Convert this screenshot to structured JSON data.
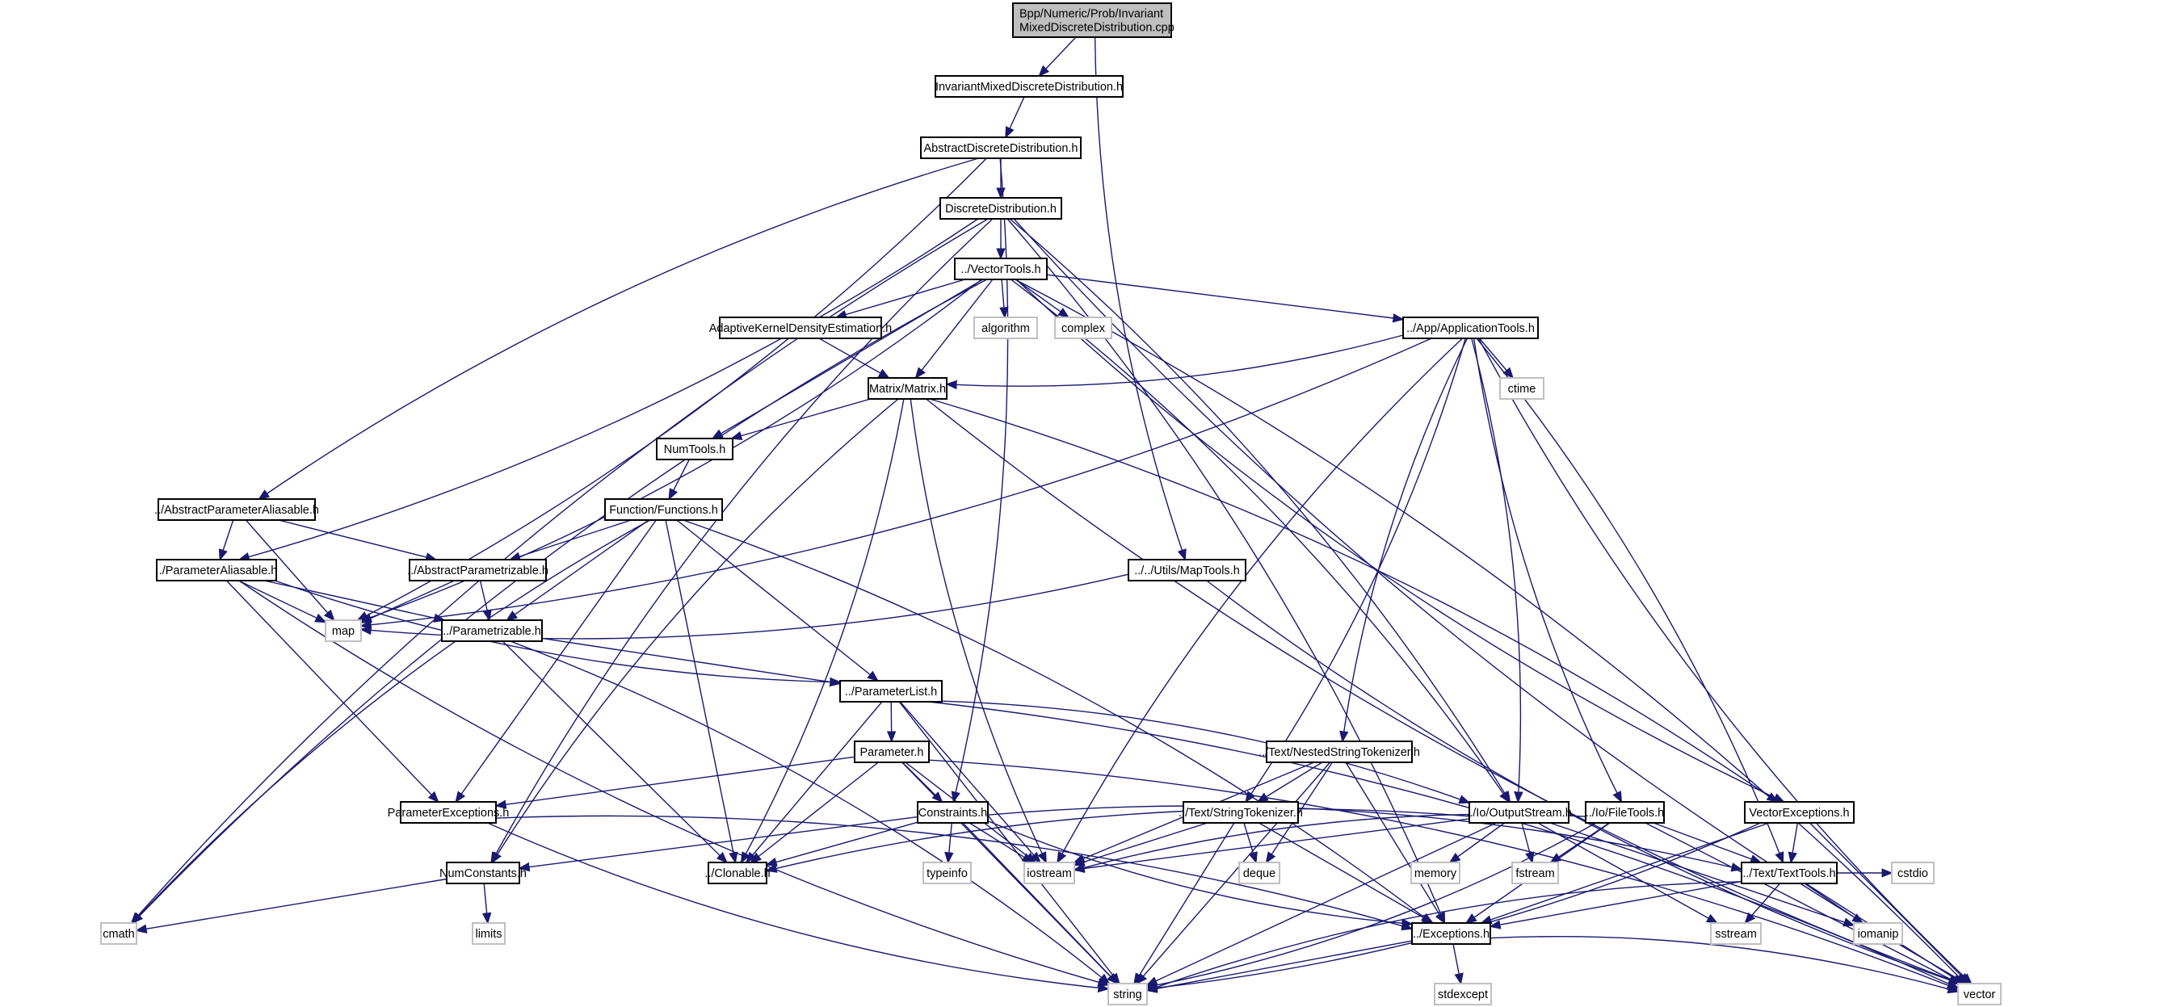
{
  "title": "Bpp/Numeric/Prob/InvariantMixedDiscreteDistribution.cpp include dependency graph",
  "colors": {
    "edge": "#191970",
    "root_fill": "#bfbfbf",
    "local_border": "#000000",
    "system_border": "#bfbfbf",
    "background": "#ffffff"
  },
  "nodes": [
    {
      "id": "root",
      "kind": "root",
      "lines": [
        "Bpp/Numeric/Prob/Invariant",
        "MixedDiscreteDistribution.cpp"
      ]
    },
    {
      "id": "imdd",
      "kind": "local",
      "lines": [
        "InvariantMixedDiscreteDistribution.h"
      ]
    },
    {
      "id": "add",
      "kind": "local",
      "lines": [
        "AbstractDiscreteDistribution.h"
      ]
    },
    {
      "id": "dd",
      "kind": "local",
      "lines": [
        "DiscreteDistribution.h"
      ]
    },
    {
      "id": "vt",
      "kind": "local",
      "lines": [
        "../VectorTools.h"
      ]
    },
    {
      "id": "akde",
      "kind": "local",
      "lines": [
        "AdaptiveKernelDensityEstimation.h"
      ]
    },
    {
      "id": "algorithm",
      "kind": "system",
      "lines": [
        "algorithm"
      ]
    },
    {
      "id": "complex",
      "kind": "system",
      "lines": [
        "complex"
      ]
    },
    {
      "id": "apptools",
      "kind": "local",
      "lines": [
        "../App/ApplicationTools.h"
      ]
    },
    {
      "id": "ctime",
      "kind": "system",
      "lines": [
        "ctime"
      ]
    },
    {
      "id": "matrix",
      "kind": "local",
      "lines": [
        "Matrix/Matrix.h"
      ]
    },
    {
      "id": "numtools",
      "kind": "local",
      "lines": [
        "NumTools.h"
      ]
    },
    {
      "id": "functions",
      "kind": "local",
      "lines": [
        "Function/Functions.h"
      ]
    },
    {
      "id": "apa",
      "kind": "local",
      "lines": [
        "../AbstractParameterAliasable.h"
      ]
    },
    {
      "id": "pa",
      "kind": "local",
      "lines": [
        "../ParameterAliasable.h"
      ]
    },
    {
      "id": "ap",
      "kind": "local",
      "lines": [
        "../AbstractParametrizable.h"
      ]
    },
    {
      "id": "maptools",
      "kind": "local",
      "lines": [
        "../../Utils/MapTools.h"
      ]
    },
    {
      "id": "map",
      "kind": "system",
      "lines": [
        "map"
      ]
    },
    {
      "id": "param",
      "kind": "local",
      "lines": [
        "../Parametrizable.h"
      ]
    },
    {
      "id": "plist",
      "kind": "local",
      "lines": [
        "../ParameterList.h"
      ]
    },
    {
      "id": "parameter",
      "kind": "local",
      "lines": [
        "Parameter.h"
      ]
    },
    {
      "id": "nst",
      "kind": "local",
      "lines": [
        "../Text/NestedStringTokenizer.h"
      ]
    },
    {
      "id": "pexc",
      "kind": "local",
      "lines": [
        "ParameterExceptions.h"
      ]
    },
    {
      "id": "constraints",
      "kind": "local",
      "lines": [
        "Constraints.h"
      ]
    },
    {
      "id": "st",
      "kind": "local",
      "lines": [
        "../Text/StringTokenizer.h"
      ]
    },
    {
      "id": "os",
      "kind": "local",
      "lines": [
        "../Io/OutputStream.h"
      ]
    },
    {
      "id": "filetools",
      "kind": "local",
      "lines": [
        "../Io/FileTools.h"
      ]
    },
    {
      "id": "vexc",
      "kind": "local",
      "lines": [
        "VectorExceptions.h"
      ]
    },
    {
      "id": "numconst",
      "kind": "local",
      "lines": [
        "NumConstants.h"
      ]
    },
    {
      "id": "clonable",
      "kind": "local",
      "lines": [
        "../Clonable.h"
      ]
    },
    {
      "id": "typeinfo",
      "kind": "system",
      "lines": [
        "typeinfo"
      ]
    },
    {
      "id": "iostream",
      "kind": "system",
      "lines": [
        "iostream"
      ]
    },
    {
      "id": "deque",
      "kind": "system",
      "lines": [
        "deque"
      ]
    },
    {
      "id": "memory",
      "kind": "system",
      "lines": [
        "memory"
      ]
    },
    {
      "id": "fstream",
      "kind": "system",
      "lines": [
        "fstream"
      ]
    },
    {
      "id": "texttools",
      "kind": "local",
      "lines": [
        "../Text/TextTools.h"
      ]
    },
    {
      "id": "cstdio",
      "kind": "system",
      "lines": [
        "cstdio"
      ]
    },
    {
      "id": "cmath",
      "kind": "system",
      "lines": [
        "cmath"
      ]
    },
    {
      "id": "limits",
      "kind": "system",
      "lines": [
        "limits"
      ]
    },
    {
      "id": "exceptions",
      "kind": "local",
      "lines": [
        "../Exceptions.h"
      ]
    },
    {
      "id": "sstream",
      "kind": "system",
      "lines": [
        "sstream"
      ]
    },
    {
      "id": "iomanip",
      "kind": "system",
      "lines": [
        "iomanip"
      ]
    },
    {
      "id": "string",
      "kind": "system",
      "lines": [
        "string"
      ]
    },
    {
      "id": "stdexcept",
      "kind": "system",
      "lines": [
        "stdexcept"
      ]
    },
    {
      "id": "vector",
      "kind": "system",
      "lines": [
        "vector"
      ]
    }
  ],
  "edges": [
    [
      "root",
      "imdd"
    ],
    [
      "root",
      "maptools"
    ],
    [
      "imdd",
      "add"
    ],
    [
      "add",
      "dd"
    ],
    [
      "add",
      "map"
    ],
    [
      "add",
      "apa"
    ],
    [
      "add",
      "constraints"
    ],
    [
      "dd",
      "vt"
    ],
    [
      "dd",
      "pa"
    ],
    [
      "dd",
      "numconst"
    ],
    [
      "dd",
      "os"
    ],
    [
      "dd",
      "cmath"
    ],
    [
      "dd",
      "exceptions"
    ],
    [
      "dd",
      "vector"
    ],
    [
      "vt",
      "akde"
    ],
    [
      "vt",
      "algorithm"
    ],
    [
      "vt",
      "complex"
    ],
    [
      "vt",
      "apptools"
    ],
    [
      "vt",
      "matrix"
    ],
    [
      "vt",
      "numtools"
    ],
    [
      "vt",
      "map"
    ],
    [
      "vt",
      "cmath"
    ],
    [
      "vt",
      "os"
    ],
    [
      "vt",
      "vexc"
    ],
    [
      "vt",
      "vector"
    ],
    [
      "akde",
      "matrix"
    ],
    [
      "apptools",
      "matrix"
    ],
    [
      "apptools",
      "ctime"
    ],
    [
      "apptools",
      "map"
    ],
    [
      "apptools",
      "iostream"
    ],
    [
      "apptools",
      "st"
    ],
    [
      "apptools",
      "nst"
    ],
    [
      "apptools",
      "os"
    ],
    [
      "apptools",
      "filetools"
    ],
    [
      "apptools",
      "texttools"
    ],
    [
      "apptools",
      "vector"
    ],
    [
      "matrix",
      "numtools"
    ],
    [
      "matrix",
      "numconst"
    ],
    [
      "matrix",
      "clonable"
    ],
    [
      "matrix",
      "iostream"
    ],
    [
      "matrix",
      "vexc"
    ],
    [
      "matrix",
      "vector"
    ],
    [
      "numtools",
      "functions"
    ],
    [
      "functions",
      "ap"
    ],
    [
      "functions",
      "param"
    ],
    [
      "functions",
      "plist"
    ],
    [
      "functions",
      "pexc"
    ],
    [
      "functions",
      "clonable"
    ],
    [
      "functions",
      "exceptions"
    ],
    [
      "functions",
      "cmath"
    ],
    [
      "apa",
      "pa"
    ],
    [
      "apa",
      "ap"
    ],
    [
      "apa",
      "map"
    ],
    [
      "pa",
      "map"
    ],
    [
      "pa",
      "param"
    ],
    [
      "pa",
      "plist"
    ],
    [
      "pa",
      "pexc"
    ],
    [
      "pa",
      "string"
    ],
    [
      "ap",
      "map"
    ],
    [
      "ap",
      "param"
    ],
    [
      "maptools",
      "map"
    ],
    [
      "maptools",
      "vector"
    ],
    [
      "param",
      "plist"
    ],
    [
      "param",
      "clonable"
    ],
    [
      "param",
      "string"
    ],
    [
      "plist",
      "parameter"
    ],
    [
      "plist",
      "clonable"
    ],
    [
      "plist",
      "iostream"
    ],
    [
      "plist",
      "os"
    ],
    [
      "plist",
      "string"
    ],
    [
      "plist",
      "vector"
    ],
    [
      "parameter",
      "pexc"
    ],
    [
      "parameter",
      "constraints"
    ],
    [
      "parameter",
      "clonable"
    ],
    [
      "parameter",
      "iostream"
    ],
    [
      "parameter",
      "string"
    ],
    [
      "parameter",
      "vector"
    ],
    [
      "nst",
      "st"
    ],
    [
      "nst",
      "deque"
    ],
    [
      "nst",
      "exceptions"
    ],
    [
      "nst",
      "string"
    ],
    [
      "nst",
      "iostream"
    ],
    [
      "pexc",
      "exceptions"
    ],
    [
      "pexc",
      "string"
    ],
    [
      "constraints",
      "numconst"
    ],
    [
      "constraints",
      "clonable"
    ],
    [
      "constraints",
      "typeinfo"
    ],
    [
      "constraints",
      "iostream"
    ],
    [
      "constraints",
      "texttools"
    ],
    [
      "constraints",
      "exceptions"
    ],
    [
      "constraints",
      "string"
    ],
    [
      "st",
      "deque"
    ],
    [
      "st",
      "iostream"
    ],
    [
      "st",
      "exceptions"
    ],
    [
      "st",
      "string"
    ],
    [
      "os",
      "clonable"
    ],
    [
      "os",
      "iostream"
    ],
    [
      "os",
      "memory"
    ],
    [
      "os",
      "fstream"
    ],
    [
      "os",
      "sstream"
    ],
    [
      "os",
      "iomanip"
    ],
    [
      "os",
      "string"
    ],
    [
      "filetools",
      "fstream"
    ],
    [
      "filetools",
      "iostream"
    ],
    [
      "filetools",
      "texttools"
    ],
    [
      "filetools",
      "exceptions"
    ],
    [
      "filetools",
      "string"
    ],
    [
      "filetools",
      "vector"
    ],
    [
      "vexc",
      "texttools"
    ],
    [
      "vexc",
      "exceptions"
    ],
    [
      "vexc",
      "string"
    ],
    [
      "vexc",
      "vector"
    ],
    [
      "texttools",
      "exceptions"
    ],
    [
      "texttools",
      "sstream"
    ],
    [
      "texttools",
      "iomanip"
    ],
    [
      "texttools",
      "string"
    ],
    [
      "texttools",
      "vector"
    ],
    [
      "texttools",
      "cstdio"
    ],
    [
      "numconst",
      "cmath"
    ],
    [
      "numconst",
      "limits"
    ],
    [
      "exceptions",
      "stdexcept"
    ],
    [
      "exceptions",
      "string"
    ],
    [
      "exceptions",
      "vector"
    ]
  ]
}
